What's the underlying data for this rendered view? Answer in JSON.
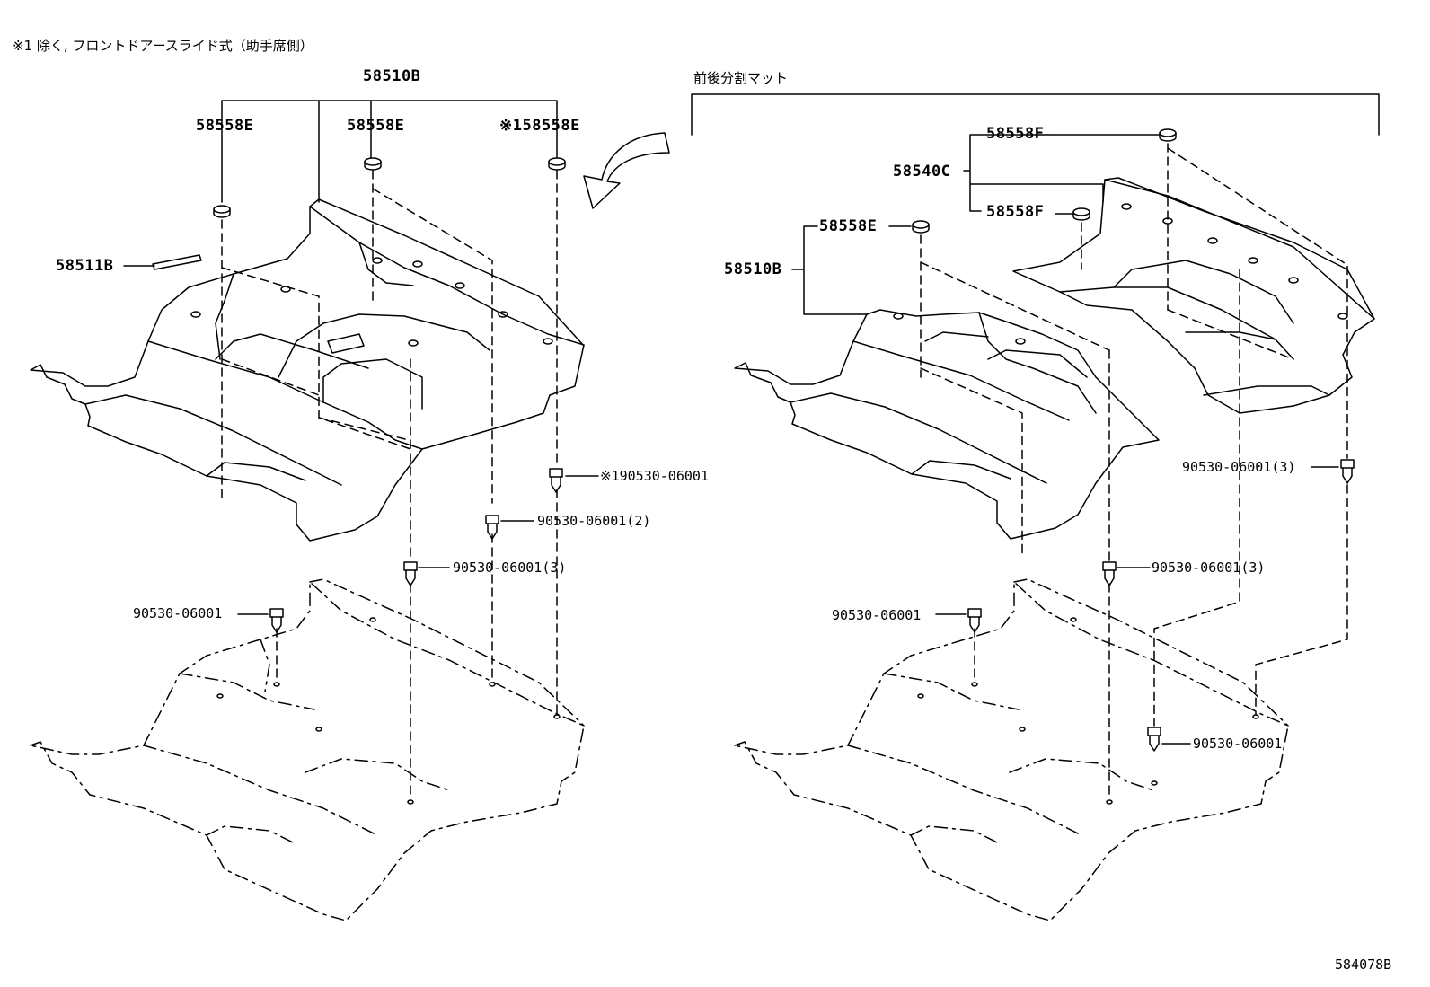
{
  "header": {
    "note": "※1 除く, フロントドアースライド式（助手席側）",
    "right_title": "前後分割マット",
    "figure_id": "584078B"
  },
  "left_assembly": {
    "main_part": "58510B",
    "plugs": [
      "58558E",
      "58558E",
      "※158558E"
    ],
    "pad": "58511B",
    "clips": [
      "※190530-06001",
      "90530-06001(2)",
      "90530-06001(3)",
      "90530-06001"
    ]
  },
  "right_assembly": {
    "rear_mat": "58540C",
    "rear_plugs": [
      "58558F",
      "58558F"
    ],
    "front_plug": "58558E",
    "front_mat": "58510B",
    "clips": [
      "90530-06001(3)",
      "90530-06001(3)",
      "90530-06001",
      "90530-06001"
    ]
  }
}
